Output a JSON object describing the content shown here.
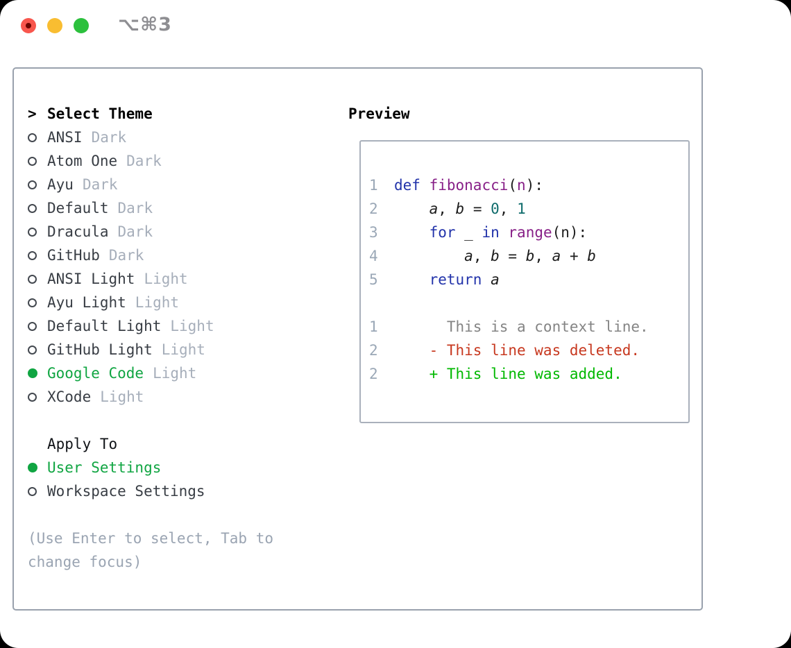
{
  "window": {
    "title": "⌥⌘3",
    "traffic_lights": [
      "close",
      "minimize",
      "zoom"
    ]
  },
  "theme_panel": {
    "header_prefix": ">",
    "header": "Select Theme",
    "items": [
      {
        "name": "ANSI",
        "variant": "Dark",
        "selected": false
      },
      {
        "name": "Atom One",
        "variant": "Dark",
        "selected": false
      },
      {
        "name": "Ayu",
        "variant": "Dark",
        "selected": false
      },
      {
        "name": "Default",
        "variant": "Dark",
        "selected": false
      },
      {
        "name": "Dracula",
        "variant": "Dark",
        "selected": false
      },
      {
        "name": "GitHub",
        "variant": "Dark",
        "selected": false
      },
      {
        "name": "ANSI Light",
        "variant": "Light",
        "selected": false
      },
      {
        "name": "Ayu Light",
        "variant": "Light",
        "selected": false
      },
      {
        "name": "Default Light",
        "variant": "Light",
        "selected": false
      },
      {
        "name": "GitHub Light",
        "variant": "Light",
        "selected": false
      },
      {
        "name": "Google Code",
        "variant": "Light",
        "selected": true
      },
      {
        "name": "XCode",
        "variant": "Light",
        "selected": false
      }
    ],
    "apply_to": {
      "header": "Apply To",
      "options": [
        {
          "label": "User Settings",
          "selected": true
        },
        {
          "label": "Workspace Settings",
          "selected": false
        }
      ]
    },
    "hint": "(Use Enter to select, Tab to change focus)"
  },
  "preview": {
    "header": "Preview",
    "lines": [
      {
        "num": "1",
        "tokens": [
          {
            "t": "def",
            "c": "kw"
          },
          {
            "t": " ",
            "c": "pl"
          },
          {
            "t": "fibonacci",
            "c": "fn"
          },
          {
            "t": "(",
            "c": "pl"
          },
          {
            "t": "n",
            "c": "fn"
          },
          {
            "t": "):",
            "c": "pl"
          }
        ]
      },
      {
        "num": "2",
        "tokens": [
          {
            "t": "    ",
            "c": "pl"
          },
          {
            "t": "a",
            "c": "id"
          },
          {
            "t": ", ",
            "c": "pl"
          },
          {
            "t": "b",
            "c": "id"
          },
          {
            "t": " = ",
            "c": "pl"
          },
          {
            "t": "0",
            "c": "lit"
          },
          {
            "t": ", ",
            "c": "pl"
          },
          {
            "t": "1",
            "c": "lit"
          }
        ]
      },
      {
        "num": "3",
        "tokens": [
          {
            "t": "    ",
            "c": "pl"
          },
          {
            "t": "for",
            "c": "kw"
          },
          {
            "t": " _ ",
            "c": "pl"
          },
          {
            "t": "in",
            "c": "kw"
          },
          {
            "t": " ",
            "c": "pl"
          },
          {
            "t": "range",
            "c": "fn"
          },
          {
            "t": "(n):",
            "c": "pl"
          }
        ]
      },
      {
        "num": "4",
        "tokens": [
          {
            "t": "        ",
            "c": "pl"
          },
          {
            "t": "a",
            "c": "id"
          },
          {
            "t": ", ",
            "c": "pl"
          },
          {
            "t": "b",
            "c": "id"
          },
          {
            "t": " = ",
            "c": "pl"
          },
          {
            "t": "b",
            "c": "id"
          },
          {
            "t": ", ",
            "c": "pl"
          },
          {
            "t": "a",
            "c": "id"
          },
          {
            "t": " + ",
            "c": "pl"
          },
          {
            "t": "b",
            "c": "id"
          }
        ]
      },
      {
        "num": "5",
        "tokens": [
          {
            "t": "    ",
            "c": "pl"
          },
          {
            "t": "return",
            "c": "kw"
          },
          {
            "t": " ",
            "c": "pl"
          },
          {
            "t": "a",
            "c": "id"
          }
        ]
      },
      {
        "num": "",
        "tokens": []
      },
      {
        "num": "1",
        "tokens": [
          {
            "t": "      This is a context line.",
            "c": "ctx"
          }
        ]
      },
      {
        "num": "2",
        "tokens": [
          {
            "t": "    - This line was deleted.",
            "c": "del"
          }
        ]
      },
      {
        "num": "2",
        "tokens": [
          {
            "t": "    + This line was added.",
            "c": "add"
          }
        ]
      }
    ]
  },
  "colors": {
    "selected_green": "#10a542",
    "keyword_blue": "#2233aa",
    "function_purple": "#871f87",
    "literal_teal": "#0e6b6b",
    "context_gray": "#848484",
    "deleted_red": "#c7381f",
    "added_green": "#00b800",
    "muted_gray": "#a6aeba",
    "traffic_red": "#f8564d",
    "traffic_yellow": "#f9bd31",
    "traffic_green": "#2cc03d"
  }
}
